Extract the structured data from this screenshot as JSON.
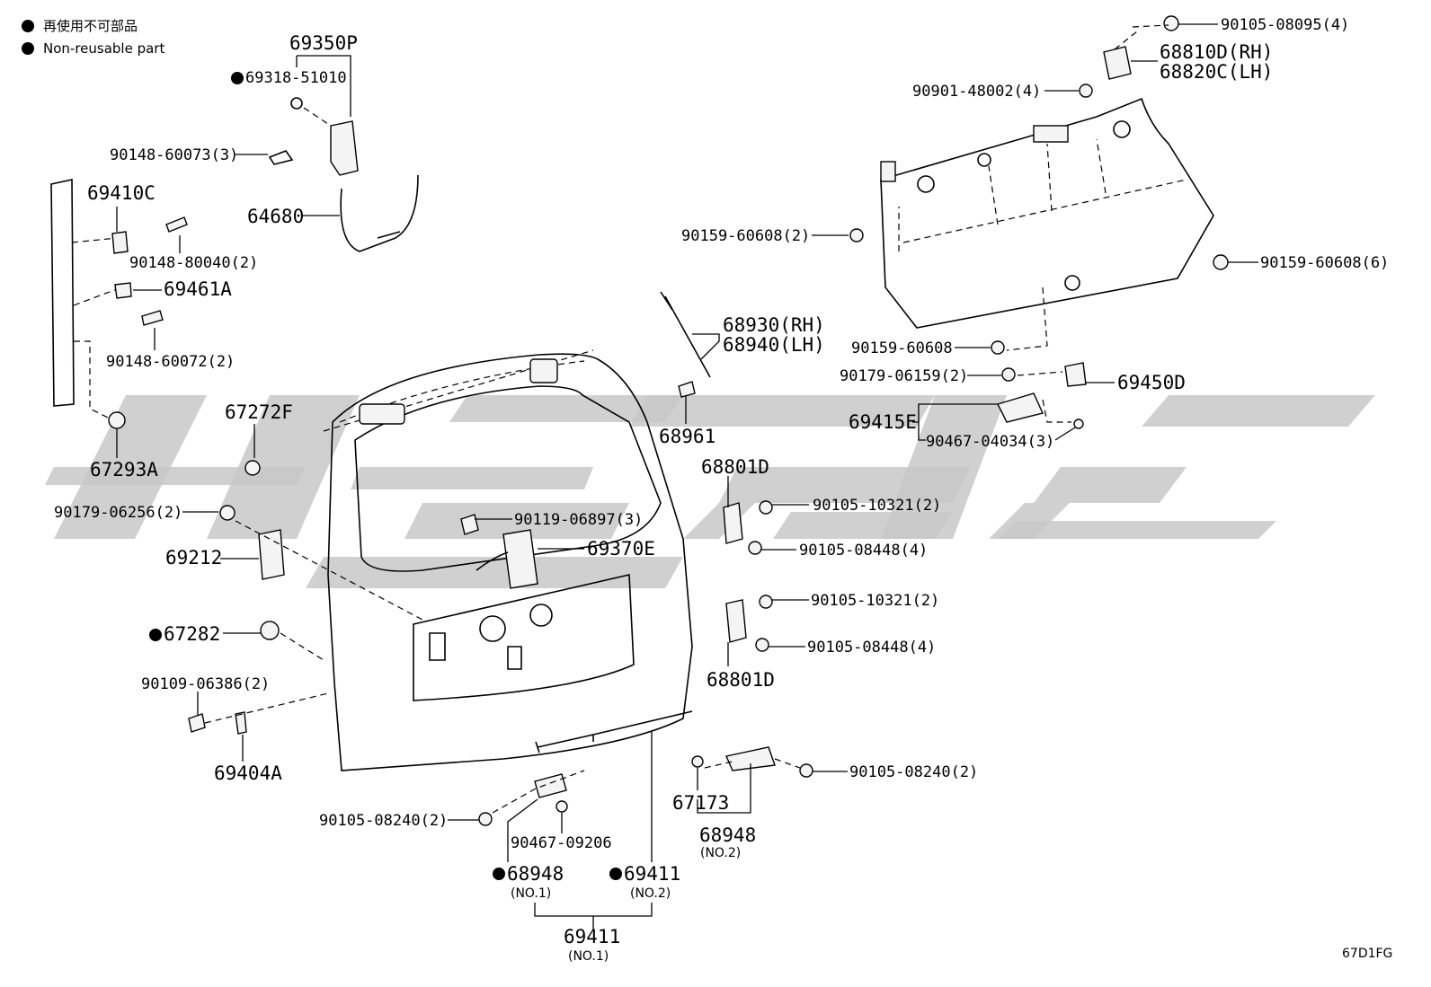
{
  "legend": {
    "ja": "再使用不可部品",
    "en": "Non-reusable part"
  },
  "diagram_code": "67D1FG",
  "labels": {
    "p69350P": "69350P",
    "p69318": "69318-51010",
    "p90148_60073": "90148-60073(3)",
    "p64680": "64680",
    "p69410C": "69410C",
    "p90148_80040": "90148-80040(2)",
    "p69461A": "69461A",
    "p90148_60072": "90148-60072(2)",
    "p67293A": "67293A",
    "p67272F": "67272F",
    "p90179_06256": "90179-06256(2)",
    "p69212": "69212",
    "p67282": "67282",
    "p90109_06386": "90109-06386(2)",
    "p69404A": "69404A",
    "p90105_08095": "90105-08095(4)",
    "p68810D": "68810D(RH)",
    "p68820C": "68820C(LH)",
    "p90901_48002": "90901-48002(4)",
    "p90159_60608_2": "90159-60608(2)",
    "p90159_60608_6": "90159-60608(6)",
    "p90159_60608": "90159-60608",
    "p90179_06159": "90179-06159(2)",
    "p69450D": "69450D",
    "p69415E": "69415E",
    "p90467_04034": "90467-04034(3)",
    "p68930": "68930(RH)",
    "p68940": "68940(LH)",
    "p68961": "68961",
    "p90119_06897": "90119-06897(3)",
    "p69370E": "69370E",
    "p68801D_a": "68801D",
    "p90105_10321_a": "90105-10321(2)",
    "p90105_08448_a": "90105-08448(4)",
    "p90105_10321_b": "90105-10321(2)",
    "p90105_08448_b": "90105-08448(4)",
    "p68801D_b": "68801D",
    "p90105_08240_r": "90105-08240(2)",
    "p67173": "67173",
    "p68948_no2": "68948",
    "p68948_no2_sub": "(NO.2)",
    "p90105_08240_l": "90105-08240(2)",
    "p90467_09206": "90467-09206",
    "p68948_no1": "68948",
    "p68948_no1_sub": "(NO.1)",
    "p69411_no2": "69411",
    "p69411_no2_sub": "(NO.2)",
    "p69411_no1": "69411",
    "p69411_no1_sub": "(NO.1)"
  }
}
